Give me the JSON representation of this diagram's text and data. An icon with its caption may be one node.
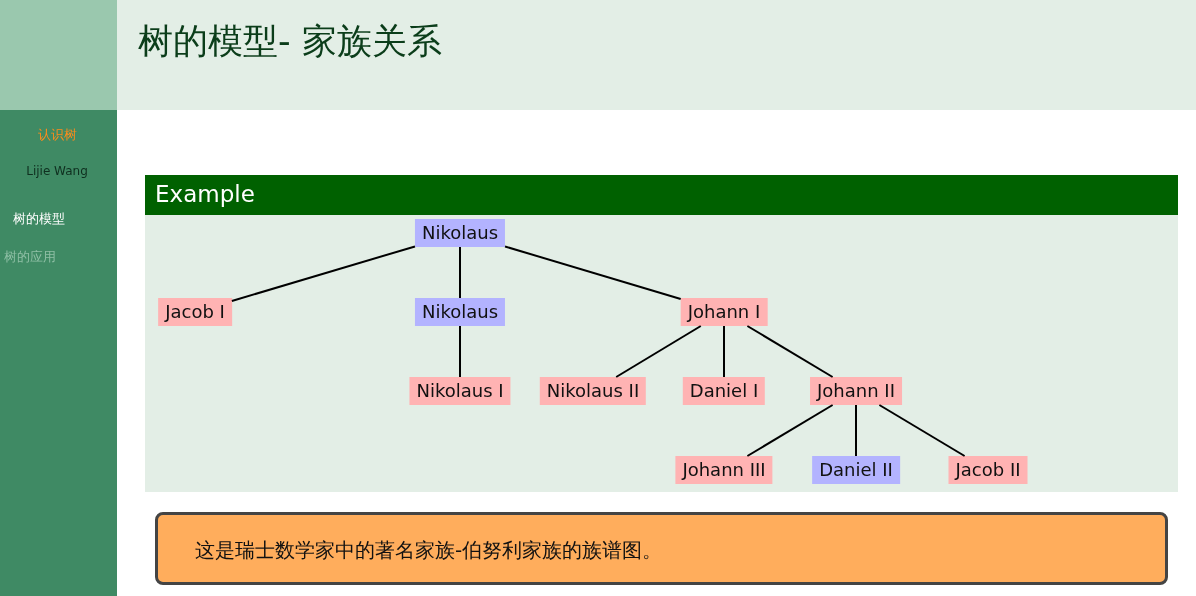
{
  "diagram": {
    "title": "树的模型- 家族关系",
    "nodes": [
      {
        "text": [
          "Example"
        ]
      },
      {
        "text": [
          "Nikolaus"
        ],
        "in": 0
      },
      {
        "text": [
          "Jacob I"
        ],
        "in": 0
      },
      {
        "text": [
          "Nikolaus"
        ],
        "in": 0
      },
      {
        "text": [
          "Johann I"
        ],
        "in": 0
      },
      {
        "text": [
          "Nikolaus I"
        ],
        "in": 0
      },
      {
        "text": [
          "Nikolaus II"
        ],
        "in": 0
      },
      {
        "text": [
          "Daniel I"
        ],
        "in": 0
      },
      {
        "text": [
          "Johann II"
        ],
        "in": 0
      },
      {
        "text": [
          "Johann III"
        ],
        "in": 0
      },
      {
        "text": [
          "Daniel II"
        ],
        "in": 0
      },
      {
        "text": [
          "Jacob II"
        ],
        "in": 0
      },
      {
        "text": [
          "这是瑞士数学家中的著名家族-伯努利家族的族谱图。"
        ]
      }
    ],
    "edges": [
      {
        "from": 1,
        "to": 2,
        "arrow": "none"
      },
      {
        "from": 1,
        "to": 3,
        "arrow": "none"
      },
      {
        "from": 1,
        "to": 4,
        "arrow": "none"
      },
      {
        "from": 3,
        "to": 5,
        "arrow": "none"
      },
      {
        "from": 4,
        "to": 6,
        "arrow": "none"
      },
      {
        "from": 4,
        "to": 7,
        "arrow": "none"
      },
      {
        "from": 4,
        "to": 8,
        "arrow": "none"
      },
      {
        "from": 8,
        "to": 9,
        "arrow": "none"
      },
      {
        "from": 8,
        "to": 10,
        "arrow": "none"
      },
      {
        "from": 8,
        "to": 11,
        "arrow": "none"
      }
    ],
    "labels": [
      "认识树",
      "Lijie Wang",
      "树的模型",
      "树的应用"
    ]
  }
}
